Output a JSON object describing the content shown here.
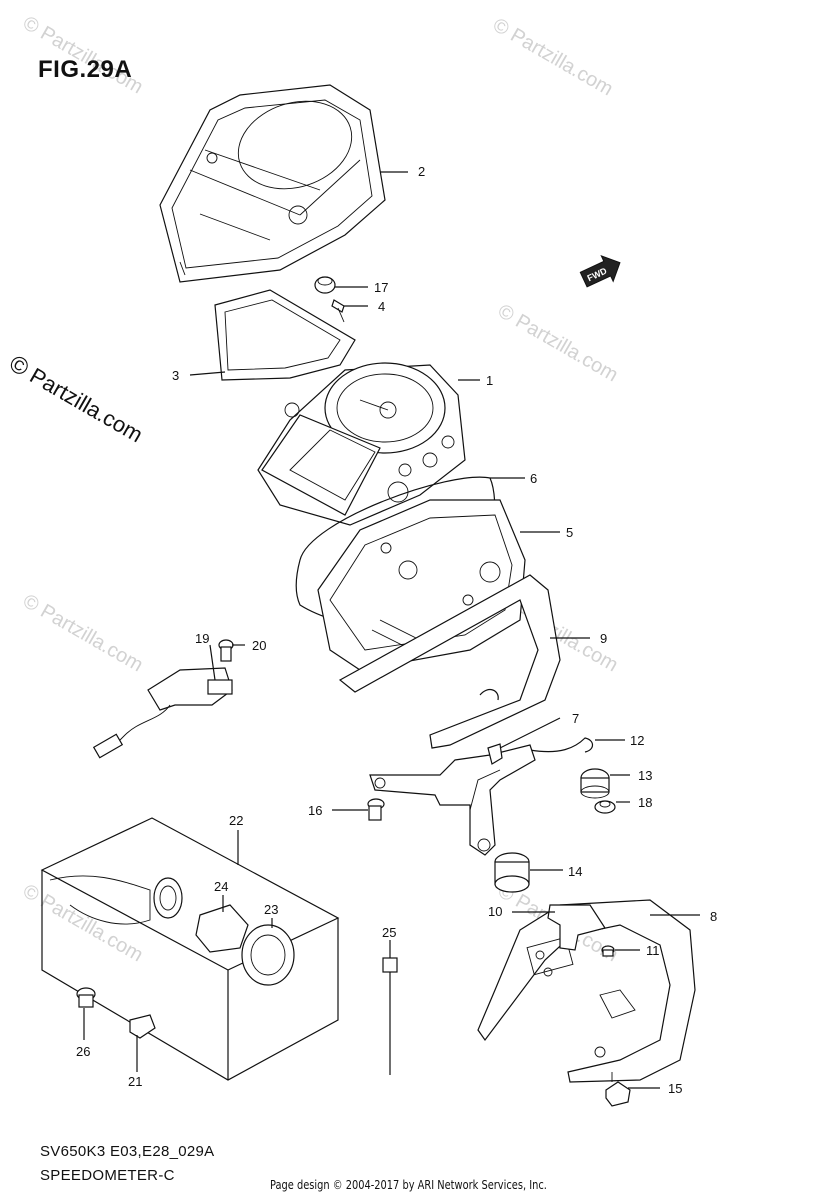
{
  "figure": {
    "title": "FIG.29A",
    "model_code": "SV650K3 E03,E28_029A",
    "assembly_name": "SPEEDOMETER-C",
    "credit": "Page design © 2004-2017 by ARI Network Services, Inc."
  },
  "copyright": {
    "symbol": "©",
    "text": "Partzilla.com"
  },
  "watermark": {
    "text": "© Partzilla.com",
    "color": "#d2d2d2"
  },
  "direction_badge": {
    "text": "FWD",
    "icon": "forward-arrow-icon"
  },
  "callouts": [
    "1",
    "2",
    "3",
    "4",
    "5",
    "6",
    "7",
    "8",
    "9",
    "10",
    "11",
    "12",
    "13",
    "14",
    "15",
    "16",
    "17",
    "18",
    "19",
    "20",
    "21",
    "22",
    "23",
    "24",
    "25",
    "26"
  ]
}
